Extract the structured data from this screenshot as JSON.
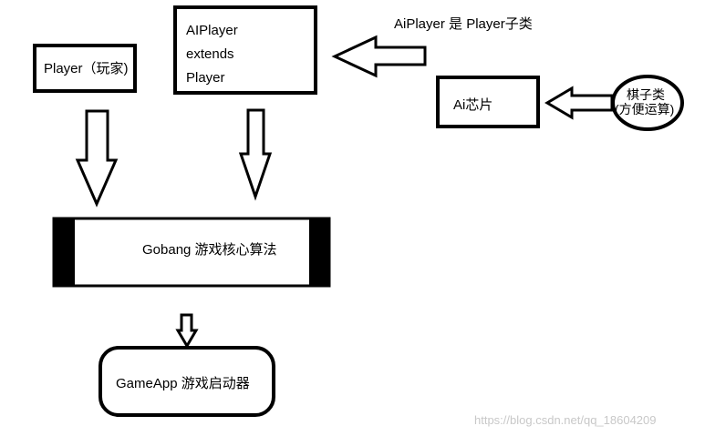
{
  "nodes": {
    "player": {
      "label": "Player（玩家)"
    },
    "aiplayer": {
      "line1": "AIPlayer",
      "line2": "extends",
      "line3": "Player"
    },
    "ai_chip": {
      "label": "Ai芯片"
    },
    "chess": {
      "line1": "棋子类",
      "line2": "(方便运算)"
    },
    "gobang": {
      "label": "Gobang 游戏核心算法"
    },
    "gameapp": {
      "label": "GameApp 游戏启动器"
    }
  },
  "annotations": {
    "subclass_note": "AiPlayer 是 Player子类"
  },
  "watermark": "https://blog.csdn.net/qq_18604209"
}
